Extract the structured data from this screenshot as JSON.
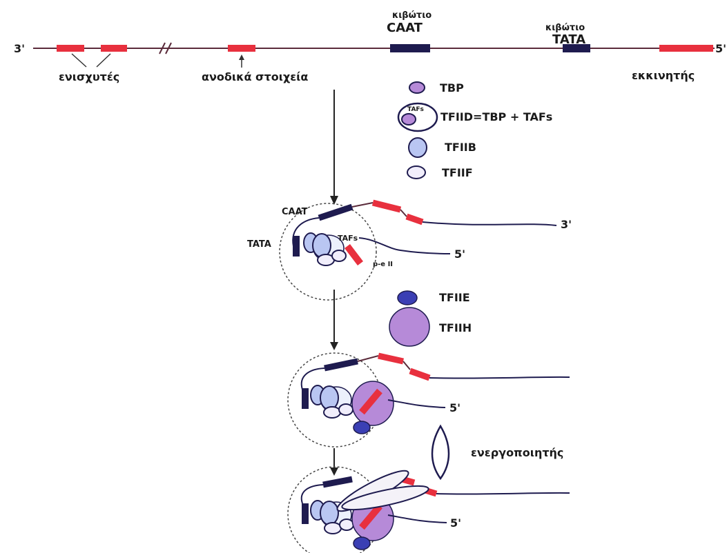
{
  "gene_map": {
    "end_left": "3'",
    "end_right": "5'",
    "enhancers": "ενισχυτές",
    "upstream_elements": "ανοδικά στοιχεία",
    "caat_box_word": "κιβώτιο",
    "caat_box_name": "CAAT",
    "tata_box_word": "κιβώτιο",
    "tata_box_name": "TATA",
    "promoter": "εκκινητής"
  },
  "legend_1": {
    "tbp": "TBP",
    "tafs_inner": "TAFs",
    "tfiid": "TFIID=TBP + TAFs",
    "tfiib": "TFIIB",
    "tfiif": "TFIIF"
  },
  "complex_1": {
    "caat": "CAAT",
    "tata": "TATA",
    "tafs": "TAFs",
    "pol": "p-e II",
    "end_3": "3'",
    "end_5": "5'"
  },
  "legend_2": {
    "tfiie": "TFIIE",
    "tfiih": "TFIIH"
  },
  "complex_2": {
    "end_5": "5'"
  },
  "activator": {
    "label": "ενεργοποιητής"
  },
  "complex_3": {
    "end_5": "5'"
  },
  "colors": {
    "dna_line": "#5a2a3a",
    "red_element": "#e8303e",
    "dark_box": "#1e1b4f",
    "light_blue": "#b9c6f2",
    "lilac": "#b68ad8",
    "tfiie_blue": "#3b3fb4",
    "dashed": "#444444"
  }
}
